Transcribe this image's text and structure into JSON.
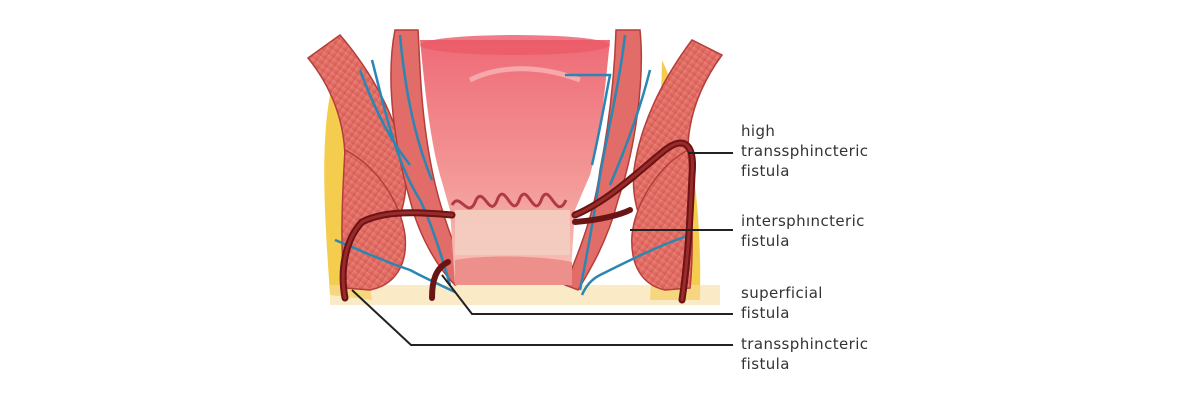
{
  "labels": {
    "high_transsphincteric": "high\ntranssphincteric\nfistula",
    "intersphincteric": "intersphıncteric\nfistula",
    "superficial": "superficial\nfistula",
    "transsphincteric": "transsphincteric\nfistula"
  },
  "colors": {
    "muscle": "#e8736e",
    "muscle_dark": "#c94b4a",
    "fat": "#f2c94c",
    "lumen": "#f07c82",
    "vein": "#2a86b3",
    "fistula": "#6b1414",
    "leader_line": "#222222"
  }
}
